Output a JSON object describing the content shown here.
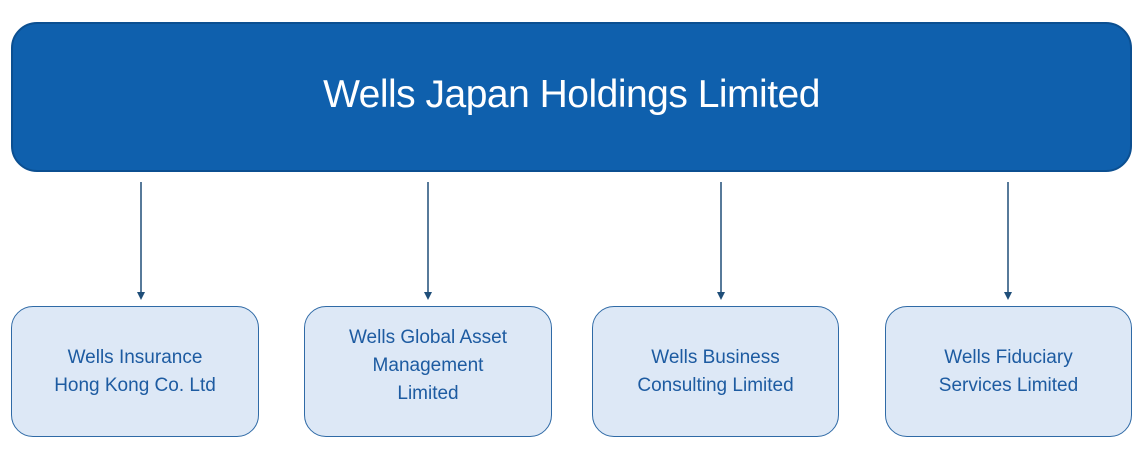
{
  "parent": {
    "label": "Wells Japan Holdings Limited"
  },
  "children": [
    {
      "label": "Wells Insurance\nHong Kong  Co. Ltd"
    },
    {
      "label": "Wells Global Asset\nManagement\nLimited"
    },
    {
      "label": "Wells Business\nConsulting Limited"
    },
    {
      "label": "Wells Fiduciary\nServices Limited"
    }
  ],
  "colors": {
    "parent_fill": "#0f60ad",
    "child_fill": "#dde8f6",
    "connector": "#1f4e79",
    "child_text": "#1d5ba1"
  }
}
